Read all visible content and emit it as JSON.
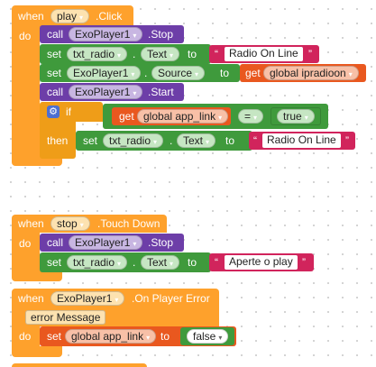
{
  "block1": {
    "when": "when",
    "component": "play",
    "event": ".Click",
    "do": "do",
    "call_stop": {
      "call": "call",
      "component": "ExoPlayer1",
      "method": ".Stop"
    },
    "set_text": {
      "set": "set",
      "component": "txt_radio",
      "dot": ".",
      "prop": "Text",
      "to": "to",
      "value": "Radio On Line"
    },
    "set_source": {
      "set": "set",
      "component": "ExoPlayer1",
      "dot": ".",
      "prop": "Source",
      "to": "to",
      "get": "get",
      "var": "global ipradioon"
    },
    "call_start": {
      "call": "call",
      "component": "ExoPlayer1",
      "method": ".Start"
    },
    "if": {
      "if": "if",
      "get": "get",
      "var": "global app_link",
      "op": "=",
      "value": "true",
      "then": "then"
    },
    "then_set": {
      "set": "set",
      "component": "txt_radio",
      "dot": ".",
      "prop": "Text",
      "to": "to",
      "value": "Radio On Line"
    }
  },
  "block2": {
    "when": "when",
    "component": "stop",
    "event": ".Touch Down",
    "do": "do",
    "call_stop": {
      "call": "call",
      "component": "ExoPlayer1",
      "method": ".Stop"
    },
    "set_text": {
      "set": "set",
      "component": "txt_radio",
      "dot": ".",
      "prop": "Text",
      "to": "to",
      "value": "Aperte o play"
    }
  },
  "block3": {
    "when": "when",
    "component": "ExoPlayer1",
    "event": ".On Player Error",
    "param": "error Message",
    "do": "do",
    "set": {
      "set": "set",
      "var": "global app_link",
      "to": "to",
      "value": "false"
    }
  },
  "quote": "“",
  "quote_close": "”",
  "caret": "▾",
  "gear": "⚙",
  "colors": {
    "event": "#fea12c",
    "method": "#6d3ea8",
    "setter": "#3f9a3c",
    "variable": "#e9581f",
    "text": "#d1245c",
    "control": "#ef9d18"
  }
}
